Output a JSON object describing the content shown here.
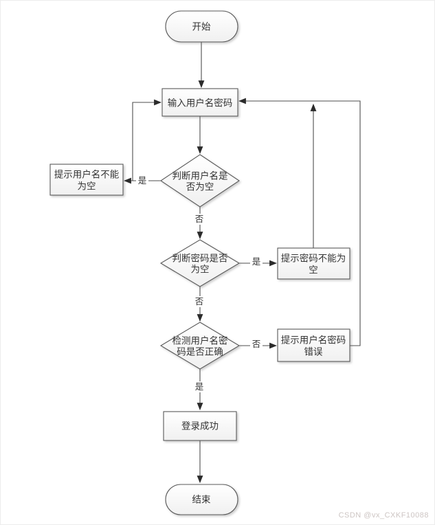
{
  "flowchart": {
    "nodes": {
      "start": {
        "label": "开始"
      },
      "input_credentials": {
        "label": "输入用户名密码"
      },
      "check_username_empty": {
        "line1": "判断用户名是",
        "line2": "否为空"
      },
      "prompt_username_empty": {
        "line1": "提示用户名不能",
        "line2": "为空"
      },
      "check_password_empty": {
        "line1": "判断密码是否",
        "line2": "为空"
      },
      "prompt_password_empty": {
        "line1": "提示密码不能为",
        "line2": "空"
      },
      "check_credentials_correct": {
        "line1": "检测用户名密",
        "line2": "码是否正确"
      },
      "prompt_credentials_error": {
        "line1": "提示用户名密码",
        "line2": "错误"
      },
      "login_success": {
        "label": "登录成功"
      },
      "end": {
        "label": "结束"
      }
    },
    "edge_labels": {
      "username_empty_yes": "是",
      "username_empty_no": "否",
      "password_empty_yes": "是",
      "password_empty_no": "否",
      "credentials_wrong_no": "否",
      "credentials_correct_yes": "是"
    },
    "colors": {
      "node_stroke": "#595959",
      "node_fill_top": "#ffffff",
      "node_fill_bottom": "#f0f0f0",
      "line": "#4d4d4d",
      "arrow": "#2b2b2b",
      "text": "#333333",
      "watermark": "#cdc5c3"
    }
  },
  "watermark": {
    "text": "CSDN @vx_CXKF10088"
  }
}
